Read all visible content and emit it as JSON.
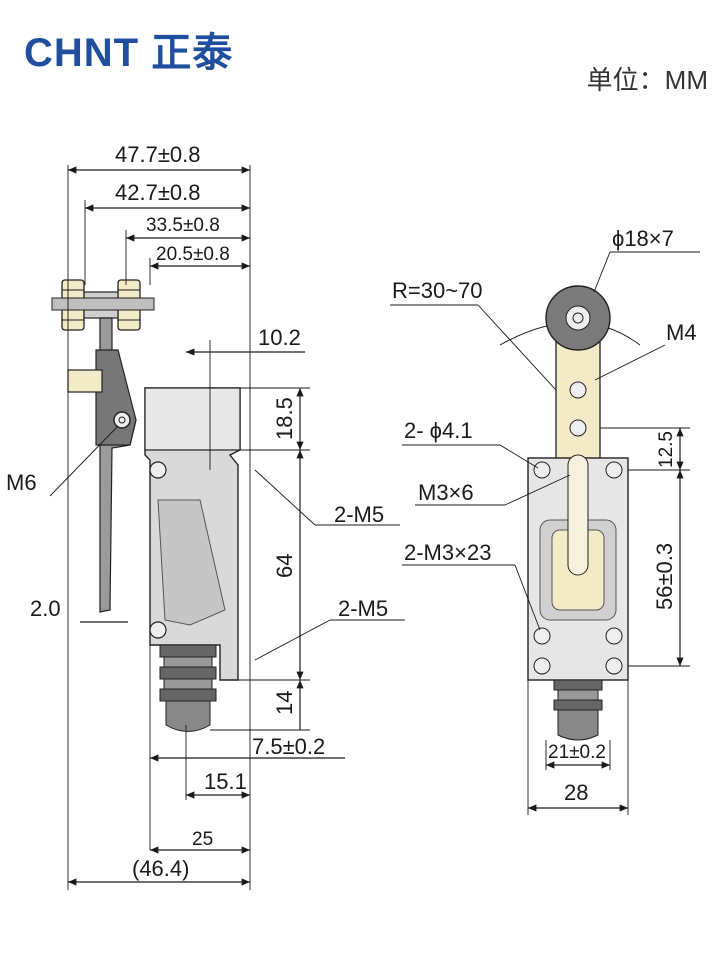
{
  "brand": {
    "latin": "CHNT",
    "cjk": "正泰",
    "color": "#1f4e9e"
  },
  "unit_label": "单位：MM",
  "colors": {
    "body": "#d9d9d9",
    "arm": "#f3ebc8",
    "dark": "#555555",
    "line": "#1a1a1a"
  },
  "side_view": {
    "dims": {
      "w47": "47.7±0.8",
      "w42": "42.7±0.8",
      "w33": "33.5±0.8",
      "w20": "20.5±0.8",
      "d10": "10.2",
      "d18": "18.5",
      "d64": "64",
      "d14": "14",
      "m6": "M6",
      "m5a": "2-M5",
      "m5b": "2-M5",
      "d2": "2.0",
      "d7": "7.5±0.2",
      "d15": "15.1",
      "d25": "25",
      "d46": "(46.4)"
    }
  },
  "front_view": {
    "dims": {
      "phi18": "ϕ18×7",
      "r": "R=30~70",
      "m4": "M4",
      "phi41": "2- ϕ4.1",
      "d125": "12.5",
      "m3x6": "M3×6",
      "m3x23": "2-M3×23",
      "d56": "56±0.3",
      "d21": "21±0.2",
      "d28": "28"
    }
  }
}
